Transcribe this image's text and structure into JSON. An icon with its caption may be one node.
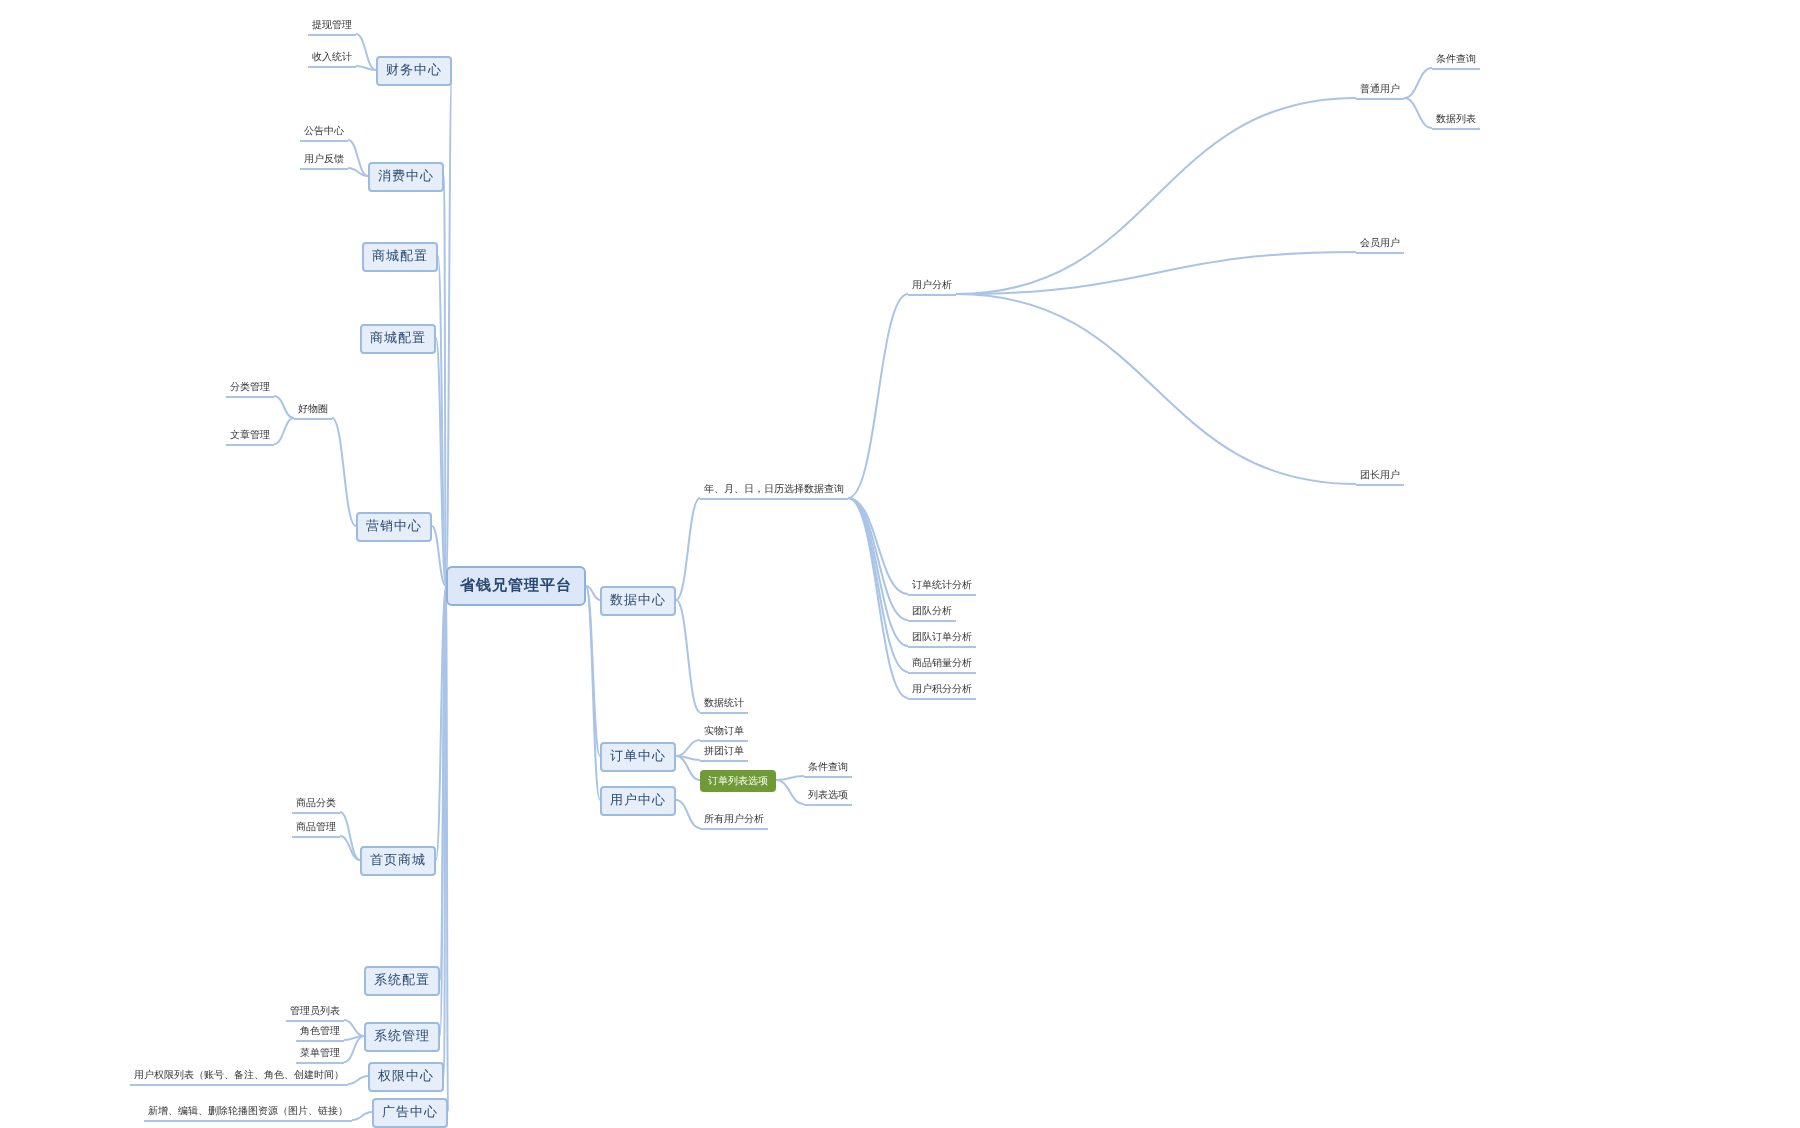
{
  "diagram": {
    "nodes": [
      {
        "text": [
          "省钱兄管理平台"
        ]
      },
      {
        "text": [
          "财务中心"
        ]
      },
      {
        "text": [
          "消费中心"
        ]
      },
      {
        "text": [
          "商城配置"
        ]
      },
      {
        "text": [
          "商城配置"
        ]
      },
      {
        "text": [
          "营销中心"
        ]
      },
      {
        "text": [
          "首页商城"
        ]
      },
      {
        "text": [
          "系统配置"
        ]
      },
      {
        "text": [
          "系统管理"
        ]
      },
      {
        "text": [
          "权限中心"
        ]
      },
      {
        "text": [
          "广告中心"
        ]
      },
      {
        "text": [
          "数据中心"
        ]
      },
      {
        "text": [
          "订单中心"
        ]
      },
      {
        "text": [
          "用户中心"
        ]
      },
      {
        "text": [
          "提现管理"
        ]
      },
      {
        "text": [
          "收入统计"
        ]
      },
      {
        "text": [
          "公告中心"
        ]
      },
      {
        "text": [
          "用户反馈"
        ]
      },
      {
        "text": [
          "好物圈"
        ]
      },
      {
        "text": [
          "分类管理"
        ]
      },
      {
        "text": [
          "文章管理"
        ]
      },
      {
        "text": [
          "商品分类"
        ]
      },
      {
        "text": [
          "商品管理"
        ]
      },
      {
        "text": [
          "管理员列表"
        ]
      },
      {
        "text": [
          "角色管理"
        ]
      },
      {
        "text": [
          "菜单管理"
        ]
      },
      {
        "text": [
          "用户权限列表（账号、备注、角色、创建时间）"
        ]
      },
      {
        "text": [
          "新增、编辑、删除轮播图资源（图片、链接）"
        ]
      },
      {
        "text": [
          "年、月、日，日历选择数据查询"
        ]
      },
      {
        "text": [
          "数据统计"
        ]
      },
      {
        "text": [
          "用户分析"
        ]
      },
      {
        "text": [
          "订单统计分析"
        ]
      },
      {
        "text": [
          "团队分析"
        ]
      },
      {
        "text": [
          "团队订单分析"
        ]
      },
      {
        "text": [
          "商品销量分析"
        ]
      },
      {
        "text": [
          "用户积分分析"
        ]
      },
      {
        "text": [
          "普通用户"
        ]
      },
      {
        "text": [
          "会员用户"
        ]
      },
      {
        "text": [
          "团长用户"
        ]
      },
      {
        "text": [
          "条件查询"
        ]
      },
      {
        "text": [
          "数据列表"
        ]
      },
      {
        "text": [
          "实物订单"
        ]
      },
      {
        "text": [
          "拼团订单"
        ]
      },
      {
        "text": [
          "订单列表选项"
        ]
      },
      {
        "text": [
          "条件查询"
        ]
      },
      {
        "text": [
          "列表选项"
        ]
      },
      {
        "text": [
          "所有用户分析"
        ]
      }
    ],
    "edges": [
      {
        "from": 0,
        "to": 1,
        "arrow": "none"
      },
      {
        "from": 0,
        "to": 2,
        "arrow": "none"
      },
      {
        "from": 0,
        "to": 3,
        "arrow": "none"
      },
      {
        "from": 0,
        "to": 4,
        "arrow": "none"
      },
      {
        "from": 0,
        "to": 5,
        "arrow": "none"
      },
      {
        "from": 0,
        "to": 6,
        "arrow": "none"
      },
      {
        "from": 0,
        "to": 7,
        "arrow": "none"
      },
      {
        "from": 0,
        "to": 8,
        "arrow": "none"
      },
      {
        "from": 0,
        "to": 9,
        "arrow": "none"
      },
      {
        "from": 0,
        "to": 10,
        "arrow": "none"
      },
      {
        "from": 0,
        "to": 11,
        "arrow": "none"
      },
      {
        "from": 0,
        "to": 12,
        "arrow": "none"
      },
      {
        "from": 0,
        "to": 13,
        "arrow": "none"
      },
      {
        "from": 1,
        "to": 14,
        "arrow": "none"
      },
      {
        "from": 1,
        "to": 15,
        "arrow": "none"
      },
      {
        "from": 2,
        "to": 16,
        "arrow": "none"
      },
      {
        "from": 2,
        "to": 17,
        "arrow": "none"
      },
      {
        "from": 5,
        "to": 18,
        "arrow": "none"
      },
      {
        "from": 18,
        "to": 19,
        "arrow": "none"
      },
      {
        "from": 18,
        "to": 20,
        "arrow": "none"
      },
      {
        "from": 6,
        "to": 21,
        "arrow": "none"
      },
      {
        "from": 6,
        "to": 22,
        "arrow": "none"
      },
      {
        "from": 8,
        "to": 23,
        "arrow": "none"
      },
      {
        "from": 8,
        "to": 24,
        "arrow": "none"
      },
      {
        "from": 8,
        "to": 25,
        "arrow": "none"
      },
      {
        "from": 9,
        "to": 26,
        "arrow": "none"
      },
      {
        "from": 10,
        "to": 27,
        "arrow": "none"
      },
      {
        "from": 11,
        "to": 28,
        "arrow": "none"
      },
      {
        "from": 11,
        "to": 29,
        "arrow": "none"
      },
      {
        "from": 28,
        "to": 30,
        "arrow": "none"
      },
      {
        "from": 28,
        "to": 31,
        "arrow": "none"
      },
      {
        "from": 28,
        "to": 32,
        "arrow": "none"
      },
      {
        "from": 28,
        "to": 33,
        "arrow": "none"
      },
      {
        "from": 28,
        "to": 34,
        "arrow": "none"
      },
      {
        "from": 28,
        "to": 35,
        "arrow": "none"
      },
      {
        "from": 30,
        "to": 36,
        "arrow": "none"
      },
      {
        "from": 30,
        "to": 37,
        "arrow": "none"
      },
      {
        "from": 30,
        "to": 38,
        "arrow": "none"
      },
      {
        "from": 36,
        "to": 39,
        "arrow": "none"
      },
      {
        "from": 36,
        "to": 40,
        "arrow": "none"
      },
      {
        "from": 12,
        "to": 41,
        "arrow": "none"
      },
      {
        "from": 12,
        "to": 42,
        "arrow": "none"
      },
      {
        "from": 12,
        "to": 43,
        "arrow": "none"
      },
      {
        "from": 43,
        "to": 44,
        "arrow": "none"
      },
      {
        "from": 43,
        "to": 45,
        "arrow": "none"
      },
      {
        "from": 13,
        "to": 46,
        "arrow": "none"
      }
    ]
  }
}
